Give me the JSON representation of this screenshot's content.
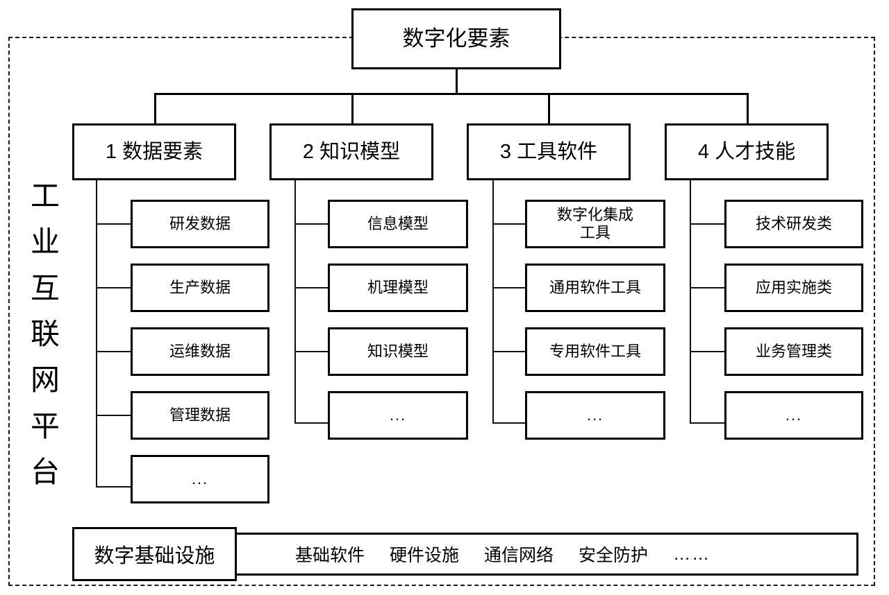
{
  "diagram": {
    "title": "数字化要素",
    "platform_label": "工业互联网平台",
    "platform_label_chars": [
      "工",
      "业",
      "互",
      "联",
      "网",
      "平",
      "台"
    ],
    "colors": {
      "line": "#000000",
      "frame": "#1a1a1a",
      "background": "#ffffff"
    },
    "columns": [
      {
        "index": "1",
        "title": "1 数据要素",
        "children": [
          {
            "label": "研发数据"
          },
          {
            "label": "生产数据"
          },
          {
            "label": "运维数据"
          },
          {
            "label": "管理数据"
          },
          {
            "label": "..."
          }
        ]
      },
      {
        "index": "2",
        "title": "2 知识模型",
        "children": [
          {
            "label": "信息模型"
          },
          {
            "label": "机理模型"
          },
          {
            "label": "知识模型"
          },
          {
            "label": "..."
          }
        ]
      },
      {
        "index": "3",
        "title": "3 工具软件",
        "children": [
          {
            "label": "数字化集成",
            "label2": "工具"
          },
          {
            "label": "通用软件工具"
          },
          {
            "label": "专用软件工具"
          },
          {
            "label": "..."
          }
        ]
      },
      {
        "index": "4",
        "title": "4 人才技能",
        "children": [
          {
            "label": "技术研发类"
          },
          {
            "label": "应用实施类"
          },
          {
            "label": "业务管理类"
          },
          {
            "label": "..."
          }
        ]
      }
    ],
    "infrastructure": {
      "title": "数字基础设施",
      "items": [
        "基础软件",
        "硬件设施",
        "通信网络",
        "安全防护",
        "……"
      ]
    }
  }
}
